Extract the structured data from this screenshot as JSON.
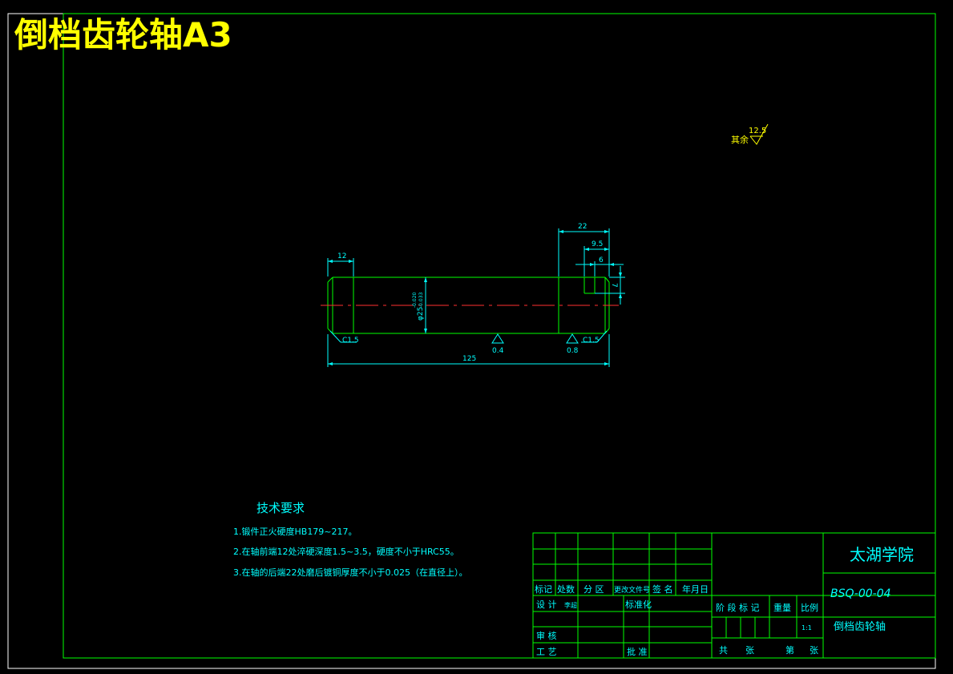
{
  "sheet": {
    "title": "倒档齿轮轴A3"
  },
  "roughness_note": {
    "prefix": "其余",
    "value": "12.5"
  },
  "dimensions": {
    "d_12": "12",
    "d_22": "22",
    "d_9_5": "9.5",
    "d_6": "6",
    "d_7": "7",
    "d_125": "125",
    "d_diameter": "φ25",
    "d_tol_upper": "-0.020",
    "d_tol_lower": "-0.033",
    "chamfer_left": "C1.5",
    "chamfer_right": "C1.5",
    "roughness_1": "0.4",
    "roughness_2": "0.8"
  },
  "tech_requirements": {
    "heading": "技术要求",
    "items": [
      "1.锻件正火硬度HB179~217。",
      "2.在轴前端12处淬硬深度1.5~3.5，硬度不小于HRC55。",
      "3.在轴的后端22处磨后镀铜厚度不小于0.025（在直径上）。"
    ]
  },
  "title_block": {
    "school": "太湖学院",
    "drawing_no": "BSQ-00-04",
    "part_name": "倒档齿轮轴",
    "header_row": [
      "标记",
      "处数",
      "分 区",
      "更改文件号",
      "签 名",
      "年月日"
    ],
    "design": "设 计",
    "design_sign": "李超",
    "standardize": "标准化",
    "review": "审 核",
    "process": "工 艺",
    "approve": "批 准",
    "stage_mark": "阶 段 标 记",
    "weight": "重量",
    "scale": "比例",
    "scale_value": "1:1",
    "total": "共",
    "sheets": "张",
    "sheet_no": "第",
    "sheets2": "张"
  },
  "colors": {
    "frame": "#ffffff",
    "border": "#00ff00",
    "outline": "#00ff00",
    "dimension": "#00ffff",
    "center": "#ff3030",
    "title": "#ffff00",
    "text": "#00ffff"
  }
}
